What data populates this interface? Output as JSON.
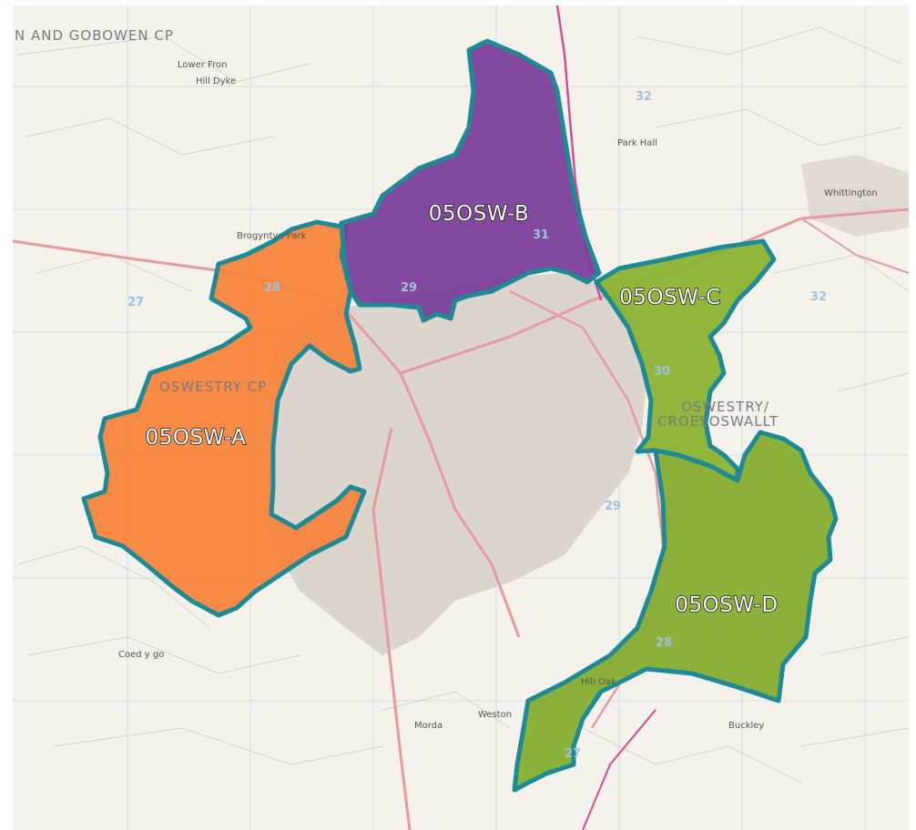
{
  "colors": {
    "zone_a": "#f7843c",
    "zone_b": "#7b3f9a",
    "zone_c": "#8ab232",
    "zone_d": "#86ad30",
    "boundary": "#1e8a96",
    "base": "#f4f2ea",
    "urban": "#d8d1cb",
    "road_major": "#e79a9d",
    "road_rail": "#d24a8e",
    "grid": "#9ec3de"
  },
  "zones": [
    {
      "id": "a",
      "label": "05OSW-A"
    },
    {
      "id": "b",
      "label": "05OSW-B"
    },
    {
      "id": "c",
      "label": "05OSW-C"
    },
    {
      "id": "d",
      "label": "05OSW-D"
    }
  ],
  "place_labels": {
    "top_left": "N AND GOBOWEN CP",
    "whittington": "Whittington",
    "oswestry_cp": "OSWESTRY CP",
    "croesoswallt_1": "OSWESTRY/",
    "croesoswallt_2": "CROESOSWALLT",
    "morda": "Morda",
    "weston": "Weston",
    "hill_oak": "Hill Oak",
    "coed_y_go": "Coed y go",
    "park_hall": "Park Hall",
    "lower_fron": "Lower Fron",
    "hill_dyke": "Hill Dyke",
    "brogyntyn_park": "Brogyntyn Park",
    "buckley": "Buckley"
  },
  "grid_numbers": {
    "n27_left": "27",
    "n28": "28",
    "n29": "29",
    "n31": "31",
    "n32_top": "32",
    "n32_right": "32",
    "n30": "30",
    "n29_mid": "29",
    "n28_low": "28",
    "n27_low": "27"
  }
}
